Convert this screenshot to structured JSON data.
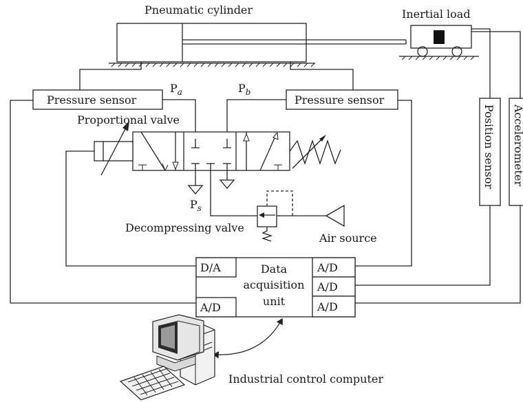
{
  "labels": {
    "pneumatic_cylinder": "Pneumatic cylinder",
    "inertial_load": "Inertial load",
    "pressure_sensor_a": "Pressure sensor",
    "pressure_sensor_b": "Pressure sensor",
    "port_a_main": "P",
    "port_a_sub": "a",
    "port_b_main": "P",
    "port_b_sub": "b",
    "port_s_main": "P",
    "port_s_sub": "s",
    "proportional_valve": "Proportional valve",
    "decompressing_valve": "Decompressing valve",
    "air_source": "Air source",
    "position_sensor": "Position sensor",
    "accelerometer": "Accelerometer",
    "industrial_computer": "Industrial control computer"
  },
  "daq": {
    "title_line1": "Data",
    "title_line2": "acquisition",
    "title_line3": "unit",
    "da": "D/A",
    "ad_left": "A/D",
    "ad_right_1": "A/D",
    "ad_right_2": "A/D",
    "ad_right_3": "A/D"
  }
}
